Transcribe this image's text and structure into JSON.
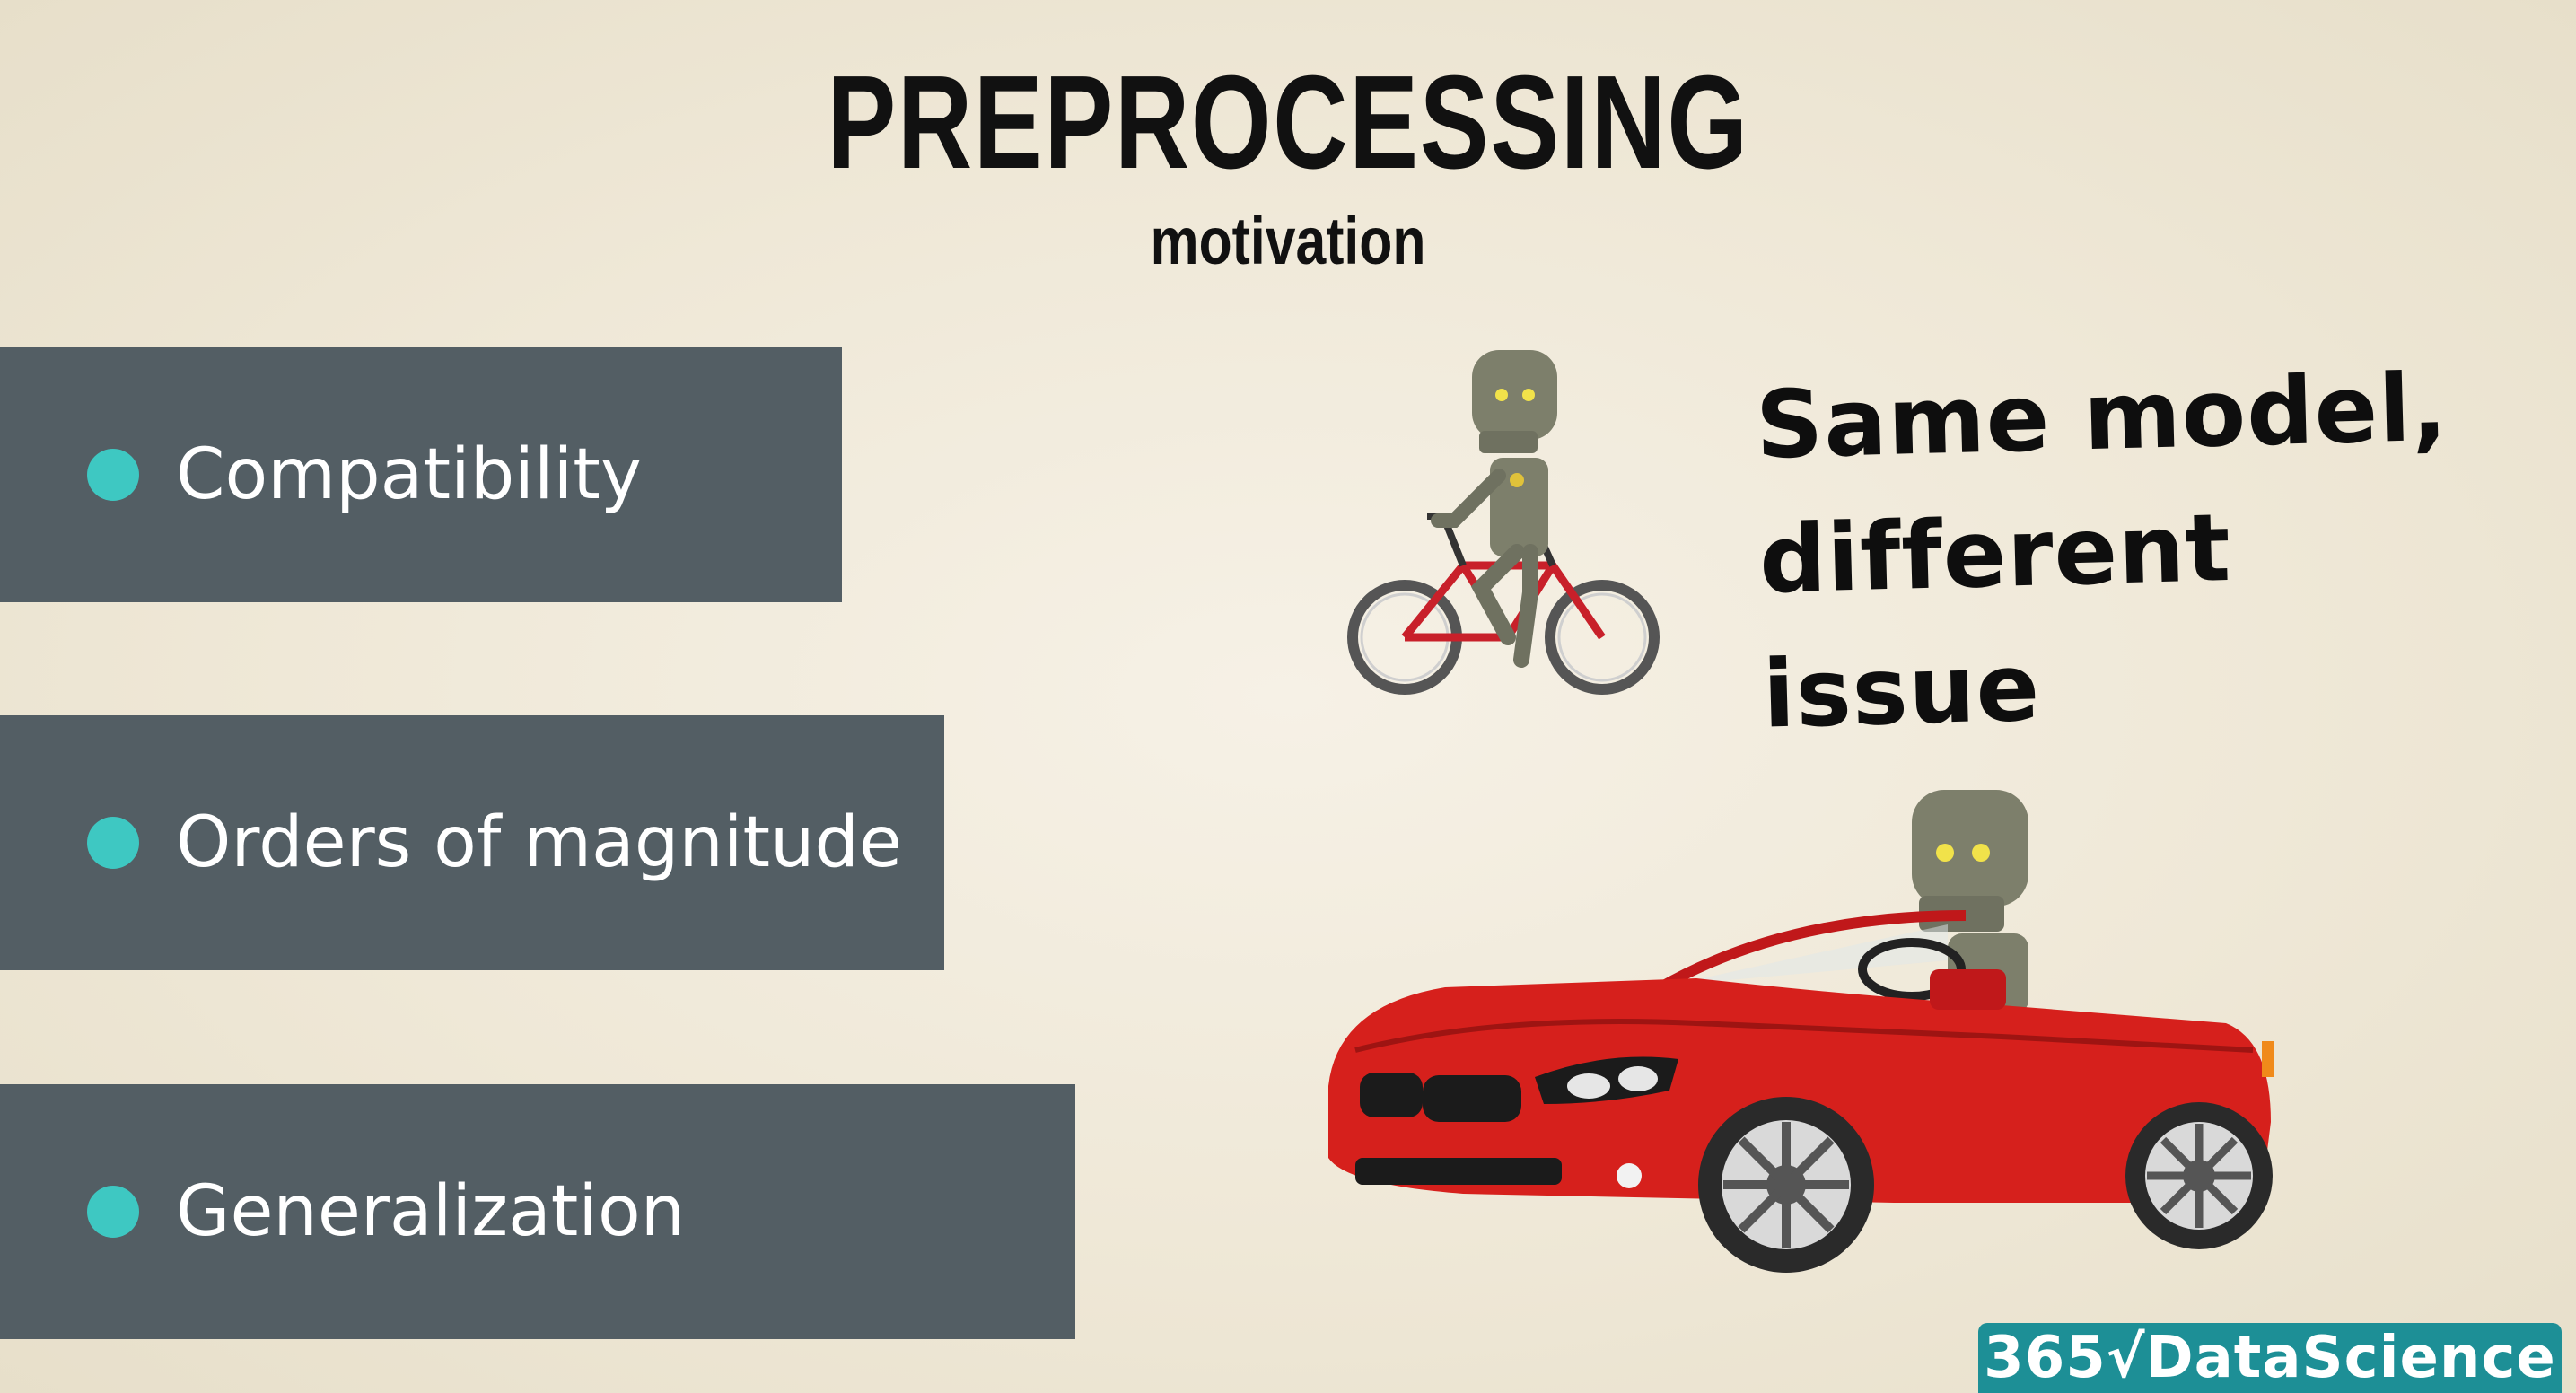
{
  "header": {
    "title": "PREPROCESSING",
    "subtitle": "motivation"
  },
  "bullets": [
    {
      "label": "Compatibility"
    },
    {
      "label": "Orders of magnitude"
    },
    {
      "label": "Generalization"
    }
  ],
  "note": {
    "line1": "Same model,",
    "line2": "different issue"
  },
  "logo": {
    "text": "365√DataScience"
  },
  "icons": [
    "robot-on-bicycle-illustration",
    "robot-in-red-convertible-illustration"
  ],
  "colors": {
    "background": "#efe8d7",
    "bar": "#535e64",
    "bullet": "#3ec8c2",
    "car": "#d6201c",
    "logo": "#1d8f96"
  }
}
